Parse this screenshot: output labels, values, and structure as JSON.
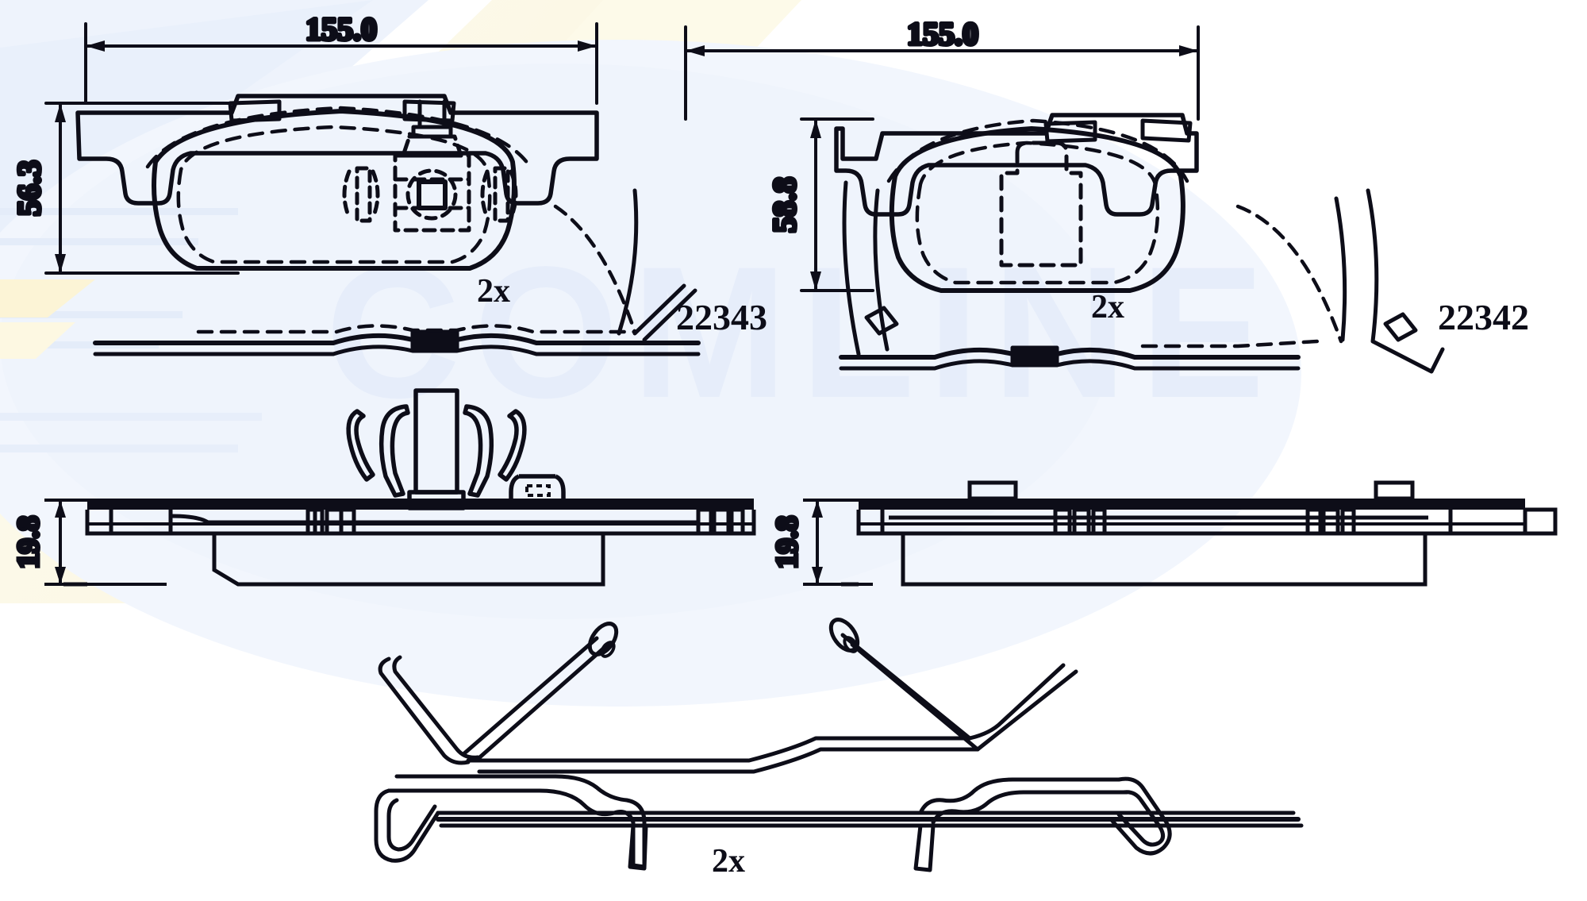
{
  "document": {
    "kind": "technical-drawing",
    "subject": "Brake pad set dimensional drawing",
    "watermark": "COMLINE",
    "background_color": "#ffffff",
    "line_color": "#0d0d18",
    "watermark_color": "#e8eefa",
    "tint_cream": "#fcf8e4",
    "tint_blue": "#eaf0fb"
  },
  "views": {
    "pad_left": {
      "name": "front-pad-face-view-left",
      "part_number": "22343",
      "quantity_label": "2x",
      "width_dimension": "155.0",
      "height_dimension": "56.3"
    },
    "pad_right": {
      "name": "front-pad-face-view-right",
      "part_number": "22342",
      "quantity_label": "2x",
      "width_dimension": "155.0",
      "height_dimension": "58.8"
    },
    "side_left": {
      "name": "pad-side-profile-left",
      "thickness_dimension": "19.8"
    },
    "side_right": {
      "name": "pad-side-profile-right",
      "thickness_dimension": "19.8"
    },
    "clip_spring": {
      "name": "wear-sensor-spring-clip",
      "quantity_label": ""
    },
    "retaining_clip": {
      "name": "pad-retaining-clip",
      "quantity_label": "2x"
    },
    "shim_clip": {
      "name": "anti-rattle-shim-clip",
      "quantity_label": ""
    }
  },
  "labels": {
    "dim_width_left": "155.0",
    "dim_width_right": "155.0",
    "dim_height_left": "56.3",
    "dim_height_right": "58.8",
    "dim_thick_left": "19.8",
    "dim_thick_right": "19.8",
    "part_left": "22343",
    "part_right": "22342",
    "qty_pad_left": "2x",
    "qty_pad_right": "2x",
    "qty_clip_bottom": "2x",
    "watermark_text": "COMLINE"
  }
}
